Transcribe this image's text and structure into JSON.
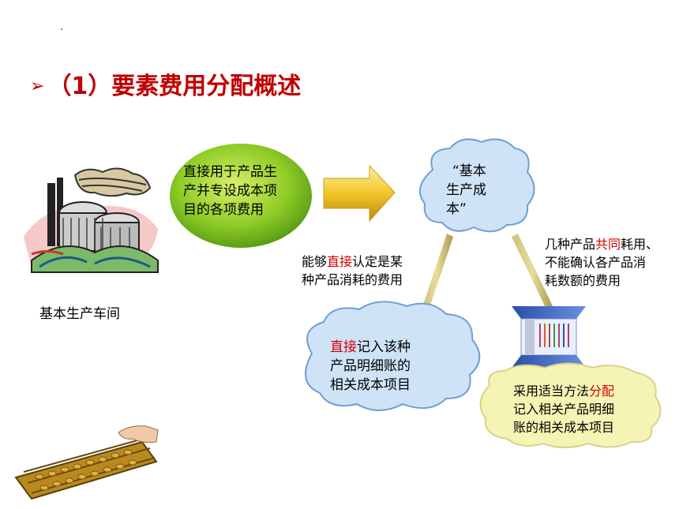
{
  "slide": {
    "bullet": "➢",
    "title": "（1）要素费用分配概述",
    "factory_label": "基本生产车间",
    "green_oval": [
      "直接用于产品生",
      "产并专设成本项",
      "目的各项费用"
    ],
    "cloud_top": [
      "“基本",
      "生产成",
      "本”"
    ],
    "left_note": [
      "能够",
      "直接",
      "认定是某",
      "种产品消耗的费用"
    ],
    "right_note": [
      "几种产品",
      "共同",
      "耗用、",
      "不能确认各产品消",
      "耗数额的费用"
    ],
    "cloud_left": [
      "直接",
      "记入该种",
      "产品明细账的",
      "相关成本项目"
    ],
    "cloud_right": [
      "采用适当方法",
      "分配",
      "记入相关产品明细",
      "账的相关成本项目"
    ]
  },
  "colors": {
    "title": "#c00000",
    "highlight": "#d40000",
    "cloud_fill": "#cfe3f7",
    "cloud_stroke": "#6f9fd4",
    "green_oval": "#7cc11f",
    "yellow_cloud": "#f6f4b4",
    "arrow": "#e8b820"
  }
}
